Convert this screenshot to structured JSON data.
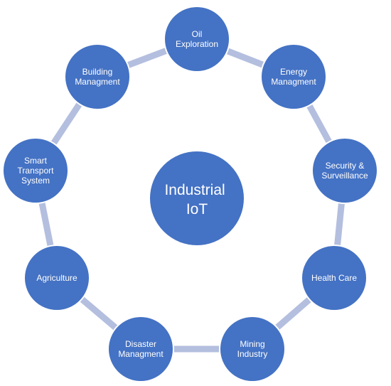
{
  "center": {
    "lines": [
      "Industrial",
      "IoT"
    ]
  },
  "nodes": [
    {
      "lines": [
        "Oil",
        "Exploration"
      ]
    },
    {
      "lines": [
        "Energy",
        "Managment"
      ]
    },
    {
      "lines": [
        "Security &",
        "Surveillance"
      ]
    },
    {
      "lines": [
        "Health Care"
      ]
    },
    {
      "lines": [
        "Mining",
        "Industry"
      ]
    },
    {
      "lines": [
        "Disaster",
        "Managment"
      ]
    },
    {
      "lines": [
        "Agriculture"
      ]
    },
    {
      "lines": [
        "Smart",
        "Transport",
        "System"
      ]
    },
    {
      "lines": [
        "Building",
        "Managment"
      ]
    }
  ],
  "colors": {
    "node_fill": "#4472c4",
    "ring": "#b4bfdf",
    "label_text": "#ffffff"
  }
}
